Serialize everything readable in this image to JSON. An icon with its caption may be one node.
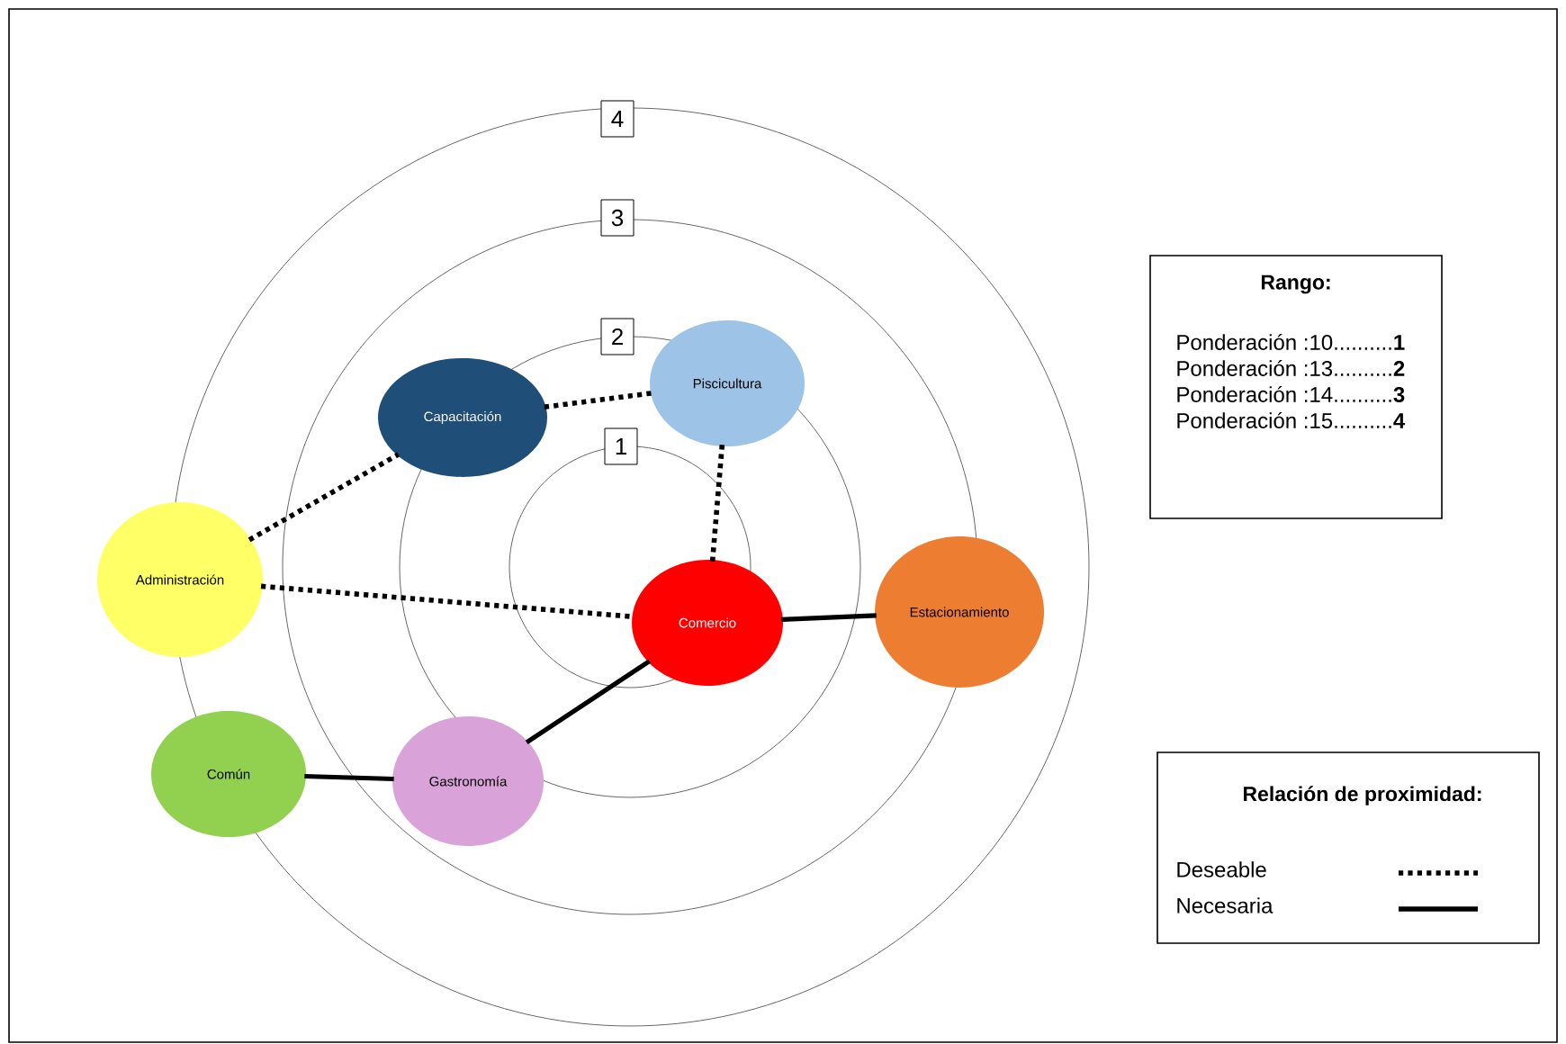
{
  "diagram": {
    "nodes": [
      {
        "text": [
          "4"
        ]
      },
      {
        "text": [
          "3"
        ]
      },
      {
        "text": [
          "Rango:",
          "Ponderación :10..........**1**",
          "Ponderación :13..........**2**",
          "Ponderación :14..........**3**",
          "Ponderación :15..........**4**"
        ]
      },
      {
        "text": [
          "2"
        ]
      },
      {
        "text": [
          "Piscicultura"
        ]
      },
      {
        "text": [
          "Capacitación"
        ]
      },
      {
        "text": [
          "1"
        ]
      },
      {
        "text": [
          "Administración"
        ]
      },
      {
        "text": [
          "Comercio"
        ]
      },
      {
        "text": [
          "Estacionamiento"
        ]
      },
      {
        "text": [
          "Relación de proximidad:"
        ]
      },
      {
        "text": [
          "Común"
        ]
      },
      {
        "text": [
          "Gastronomía"
        ]
      }
    ],
    "edges": [
      {
        "from": 7,
        "to": 5,
        "arrow": "none",
        "style": "dashed"
      },
      {
        "from": 5,
        "to": 4,
        "arrow": "none",
        "style": "dashed"
      },
      {
        "from": 4,
        "to": 8,
        "arrow": "none",
        "style": "dashed"
      },
      {
        "from": 7,
        "to": 8,
        "arrow": "none",
        "style": "dashed"
      },
      {
        "from": 8,
        "to": 9,
        "arrow": "none"
      },
      {
        "from": 8,
        "to": 12,
        "arrow": "none"
      },
      {
        "from": 12,
        "to": 11,
        "arrow": "none"
      }
    ],
    "legend": [
      {
        "text": "Deseable"
      },
      {
        "text": "Necesaria"
      }
    ]
  }
}
